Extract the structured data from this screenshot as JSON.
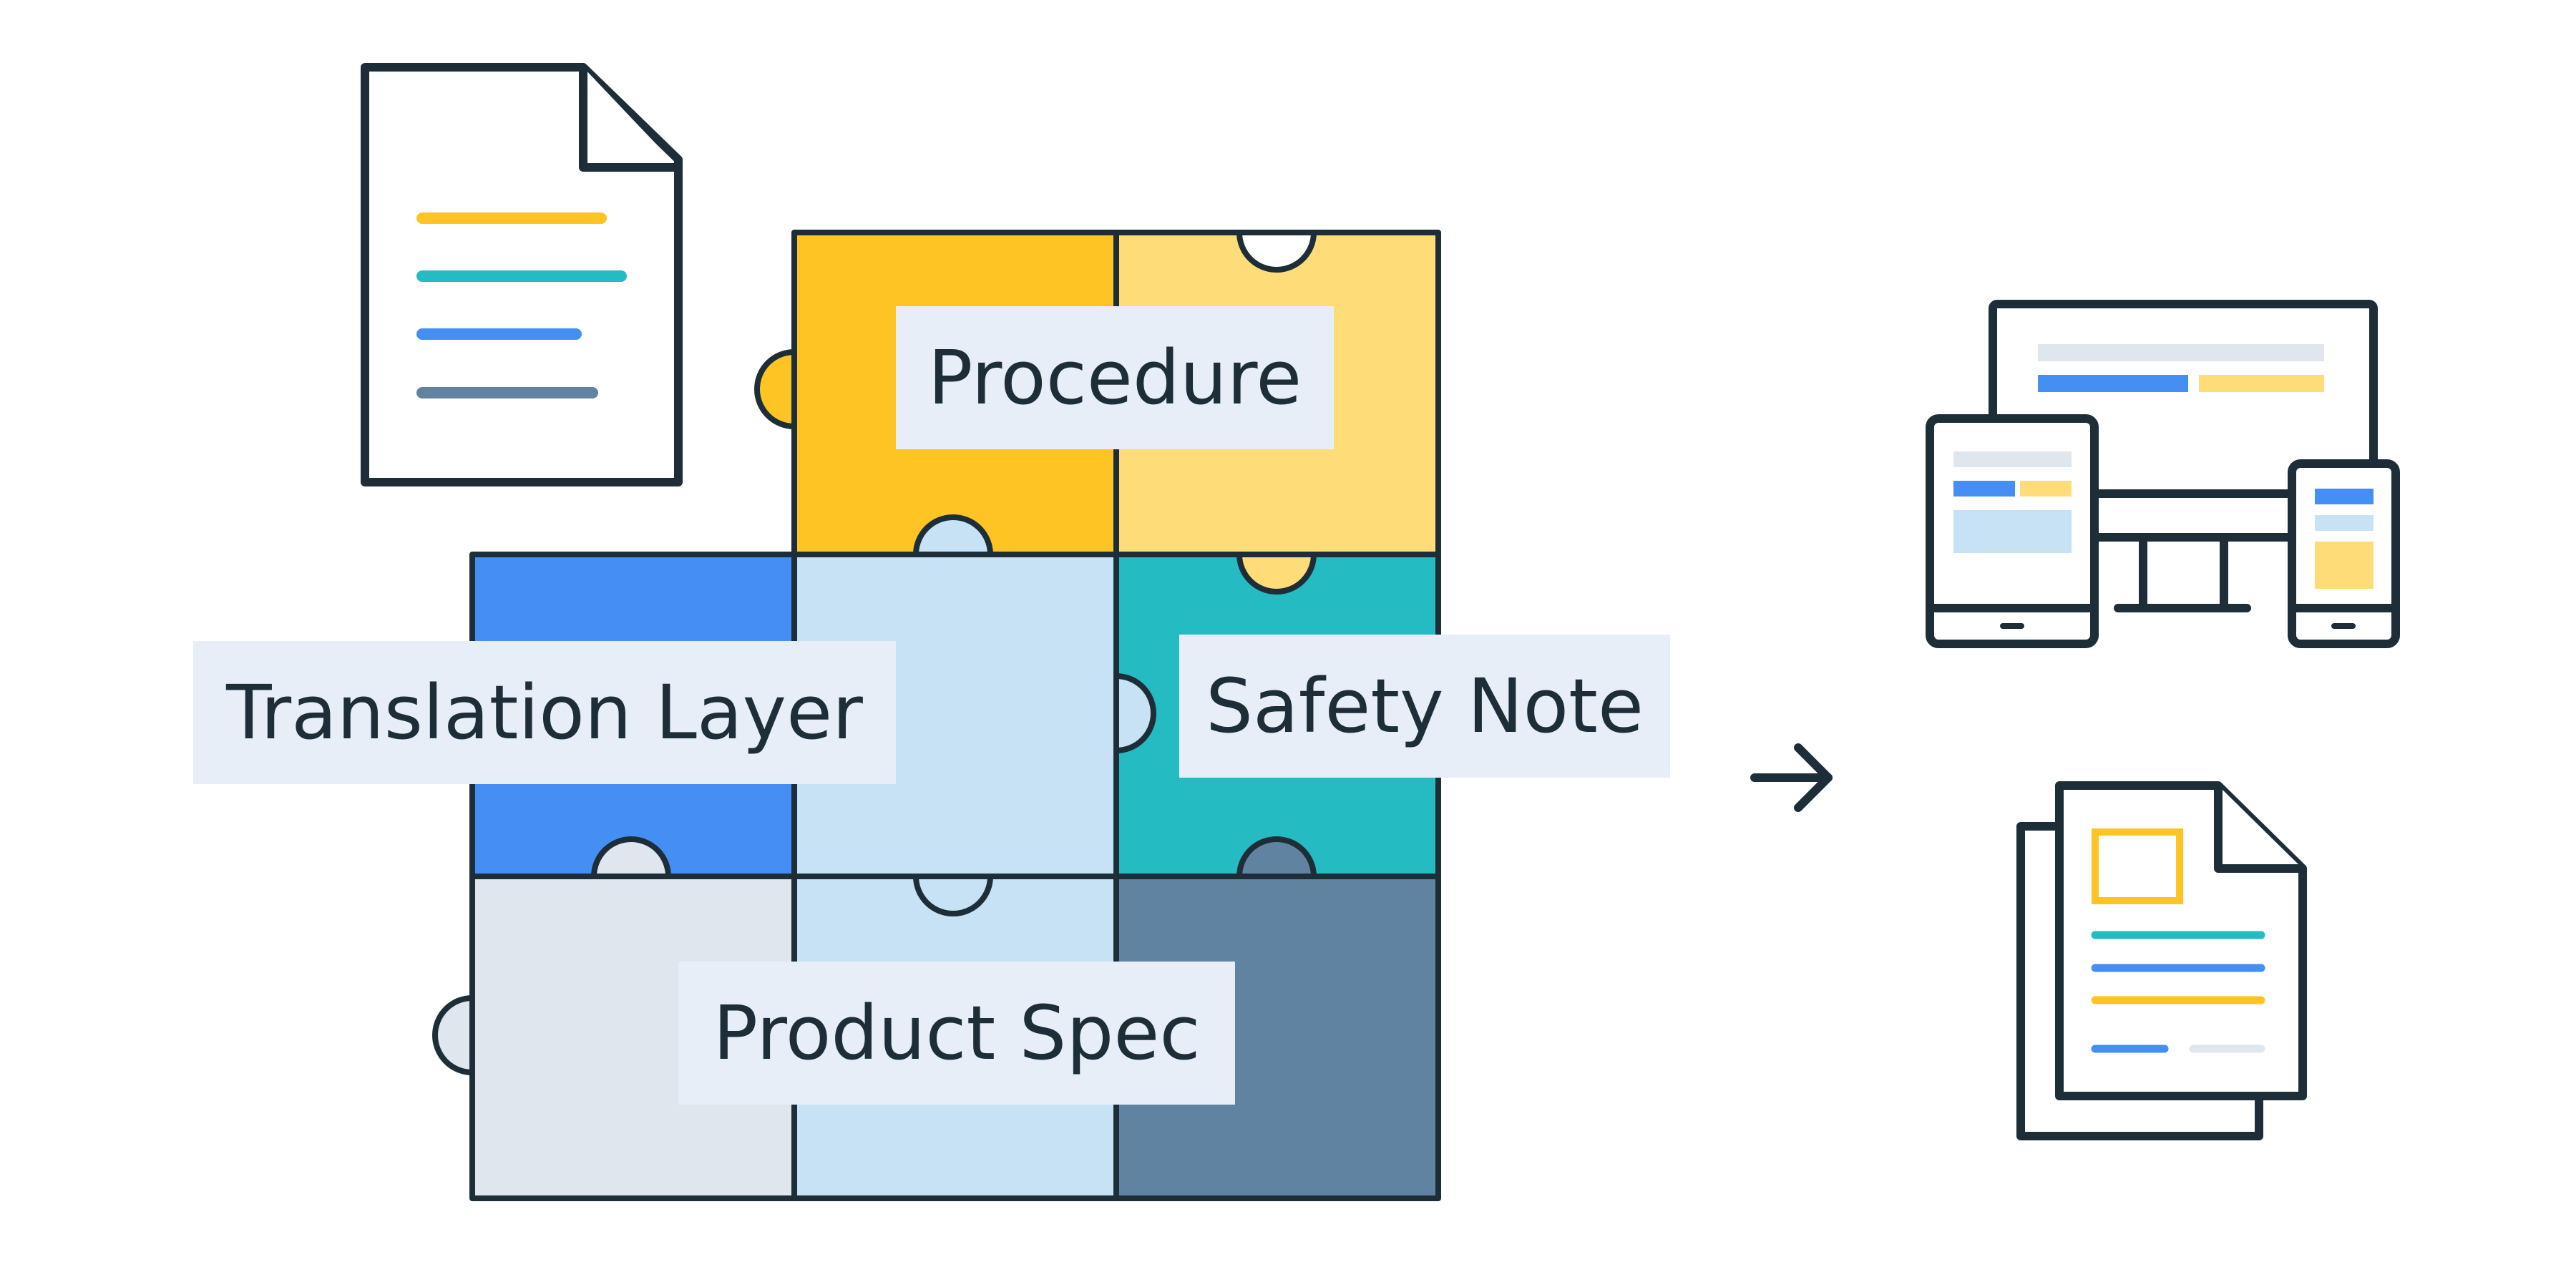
{
  "diagram": {
    "labels": {
      "procedure": "Procedure",
      "translation_layer": "Translation Layer",
      "safety_note": "Safety Note",
      "product_spec": "Product Spec"
    },
    "icons": {
      "source_document": "document-icon",
      "arrow": "arrow-right-icon",
      "devices": "multi-device-icon",
      "output_documents": "documents-icon"
    },
    "colors": {
      "outline": "#1d2e38",
      "yellow": "#fdc423",
      "light_yellow": "#fedd78",
      "blue": "#448ef4",
      "light_blue": "#c6e2f4",
      "teal": "#24bbc3",
      "light_gray": "#dfe6ee",
      "slate": "#5f83a0",
      "label_background": "#e7eef8"
    }
  }
}
